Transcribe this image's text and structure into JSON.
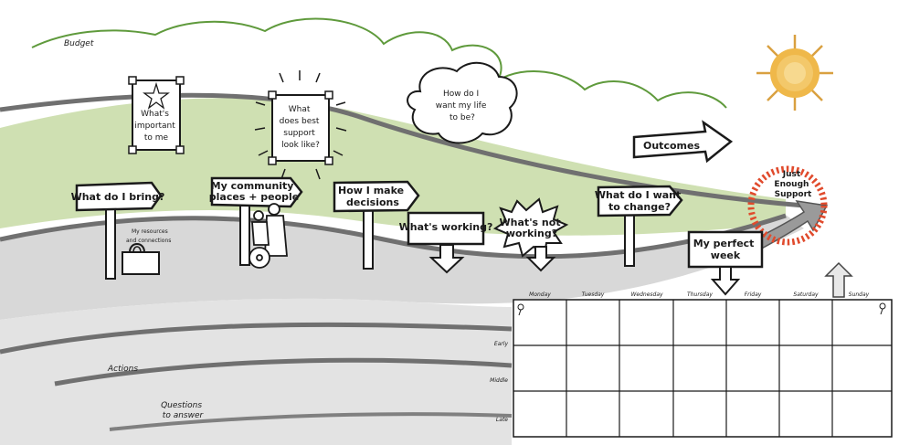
{
  "diagram": {
    "budget_label": "Budget",
    "important_card": [
      "What's",
      "important",
      "to me"
    ],
    "support_card": [
      "What",
      "does best",
      "support",
      "look like?"
    ],
    "life_cloud": [
      "How do I",
      "want my life",
      "to be?"
    ],
    "outcomes_arrow": "Outcomes",
    "sun_label": [
      "Just",
      "Enough",
      "Support"
    ],
    "sign_bring": "What do I bring?",
    "sign_community": [
      "My community",
      "places + people"
    ],
    "sign_decisions": [
      "How I make",
      "decisions"
    ],
    "sign_change": [
      "What do I want",
      "to change?"
    ],
    "working_box": "What's working?",
    "not_working_burst": [
      "What's not",
      "working?"
    ],
    "perfect_week_box": [
      "My perfect",
      "week"
    ],
    "resources_label": [
      "My resources",
      "and connections"
    ],
    "actions_label": "Actions",
    "questions_label": [
      "Questions",
      "to answer"
    ]
  },
  "calendar": {
    "days": [
      "Monday",
      "Tuesday",
      "Wednesday",
      "Thursday",
      "Friday",
      "Saturday",
      "Sunday"
    ],
    "rows": [
      "Early",
      "Middle",
      "Late"
    ]
  },
  "colors": {
    "green_band": "#cfe0b2",
    "grey_band": "#d8d8d8",
    "cloud_outline": "#5f9a3c",
    "sun_fill": "#efb84a",
    "sun_ray": "#d9a040",
    "target_ring": "#e04a2c",
    "ink": "#1a1a1a"
  }
}
